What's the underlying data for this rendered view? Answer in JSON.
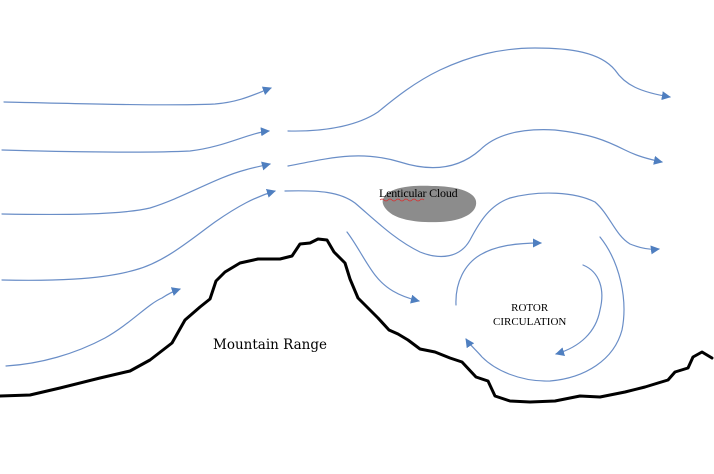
{
  "labels": {
    "mountain": "Mountain Range",
    "cloud": "Lenticular Cloud",
    "rotor_line1": "ROTOR",
    "rotor_line2": "CIRCULATION"
  },
  "colors": {
    "flow": "#6a8ec7",
    "arrowhead": "#4f7fc0",
    "terrain": "#000000",
    "cloud": "#8c8c8c",
    "spellcheck": "#d93030"
  }
}
